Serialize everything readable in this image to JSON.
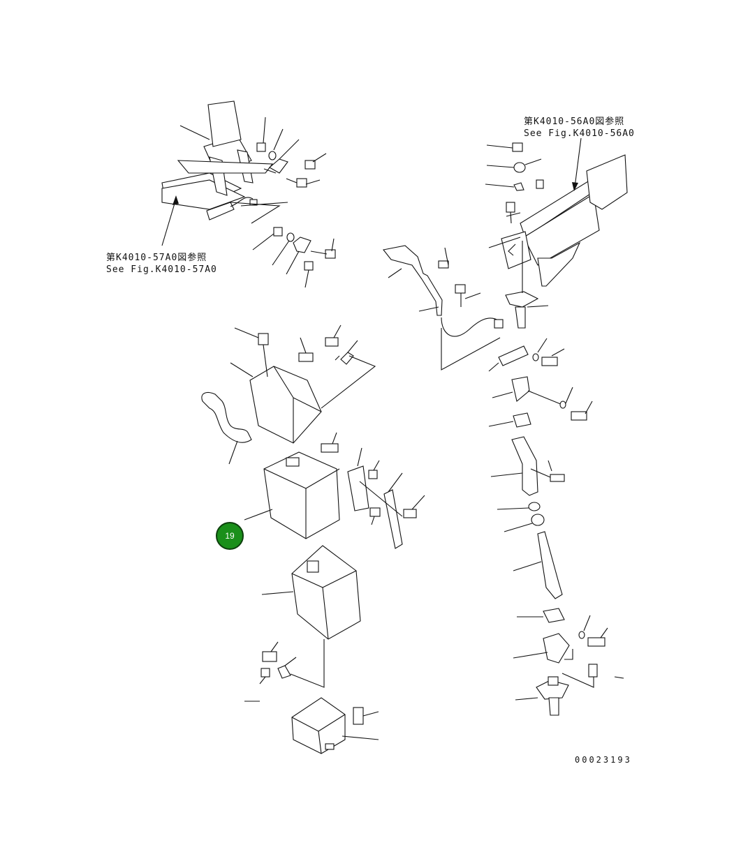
{
  "references": {
    "fig_56a0_jp": "第K4010-56A0図参照",
    "fig_56a0_en": "See Fig.K4010-56A0",
    "fig_57a0_jp": "第K4010-57A0図参照",
    "fig_57a0_en": "See Fig.K4010-57A0"
  },
  "drawing_number": "00023193",
  "callout": {
    "label": "19",
    "color": "#1a8f1a"
  }
}
